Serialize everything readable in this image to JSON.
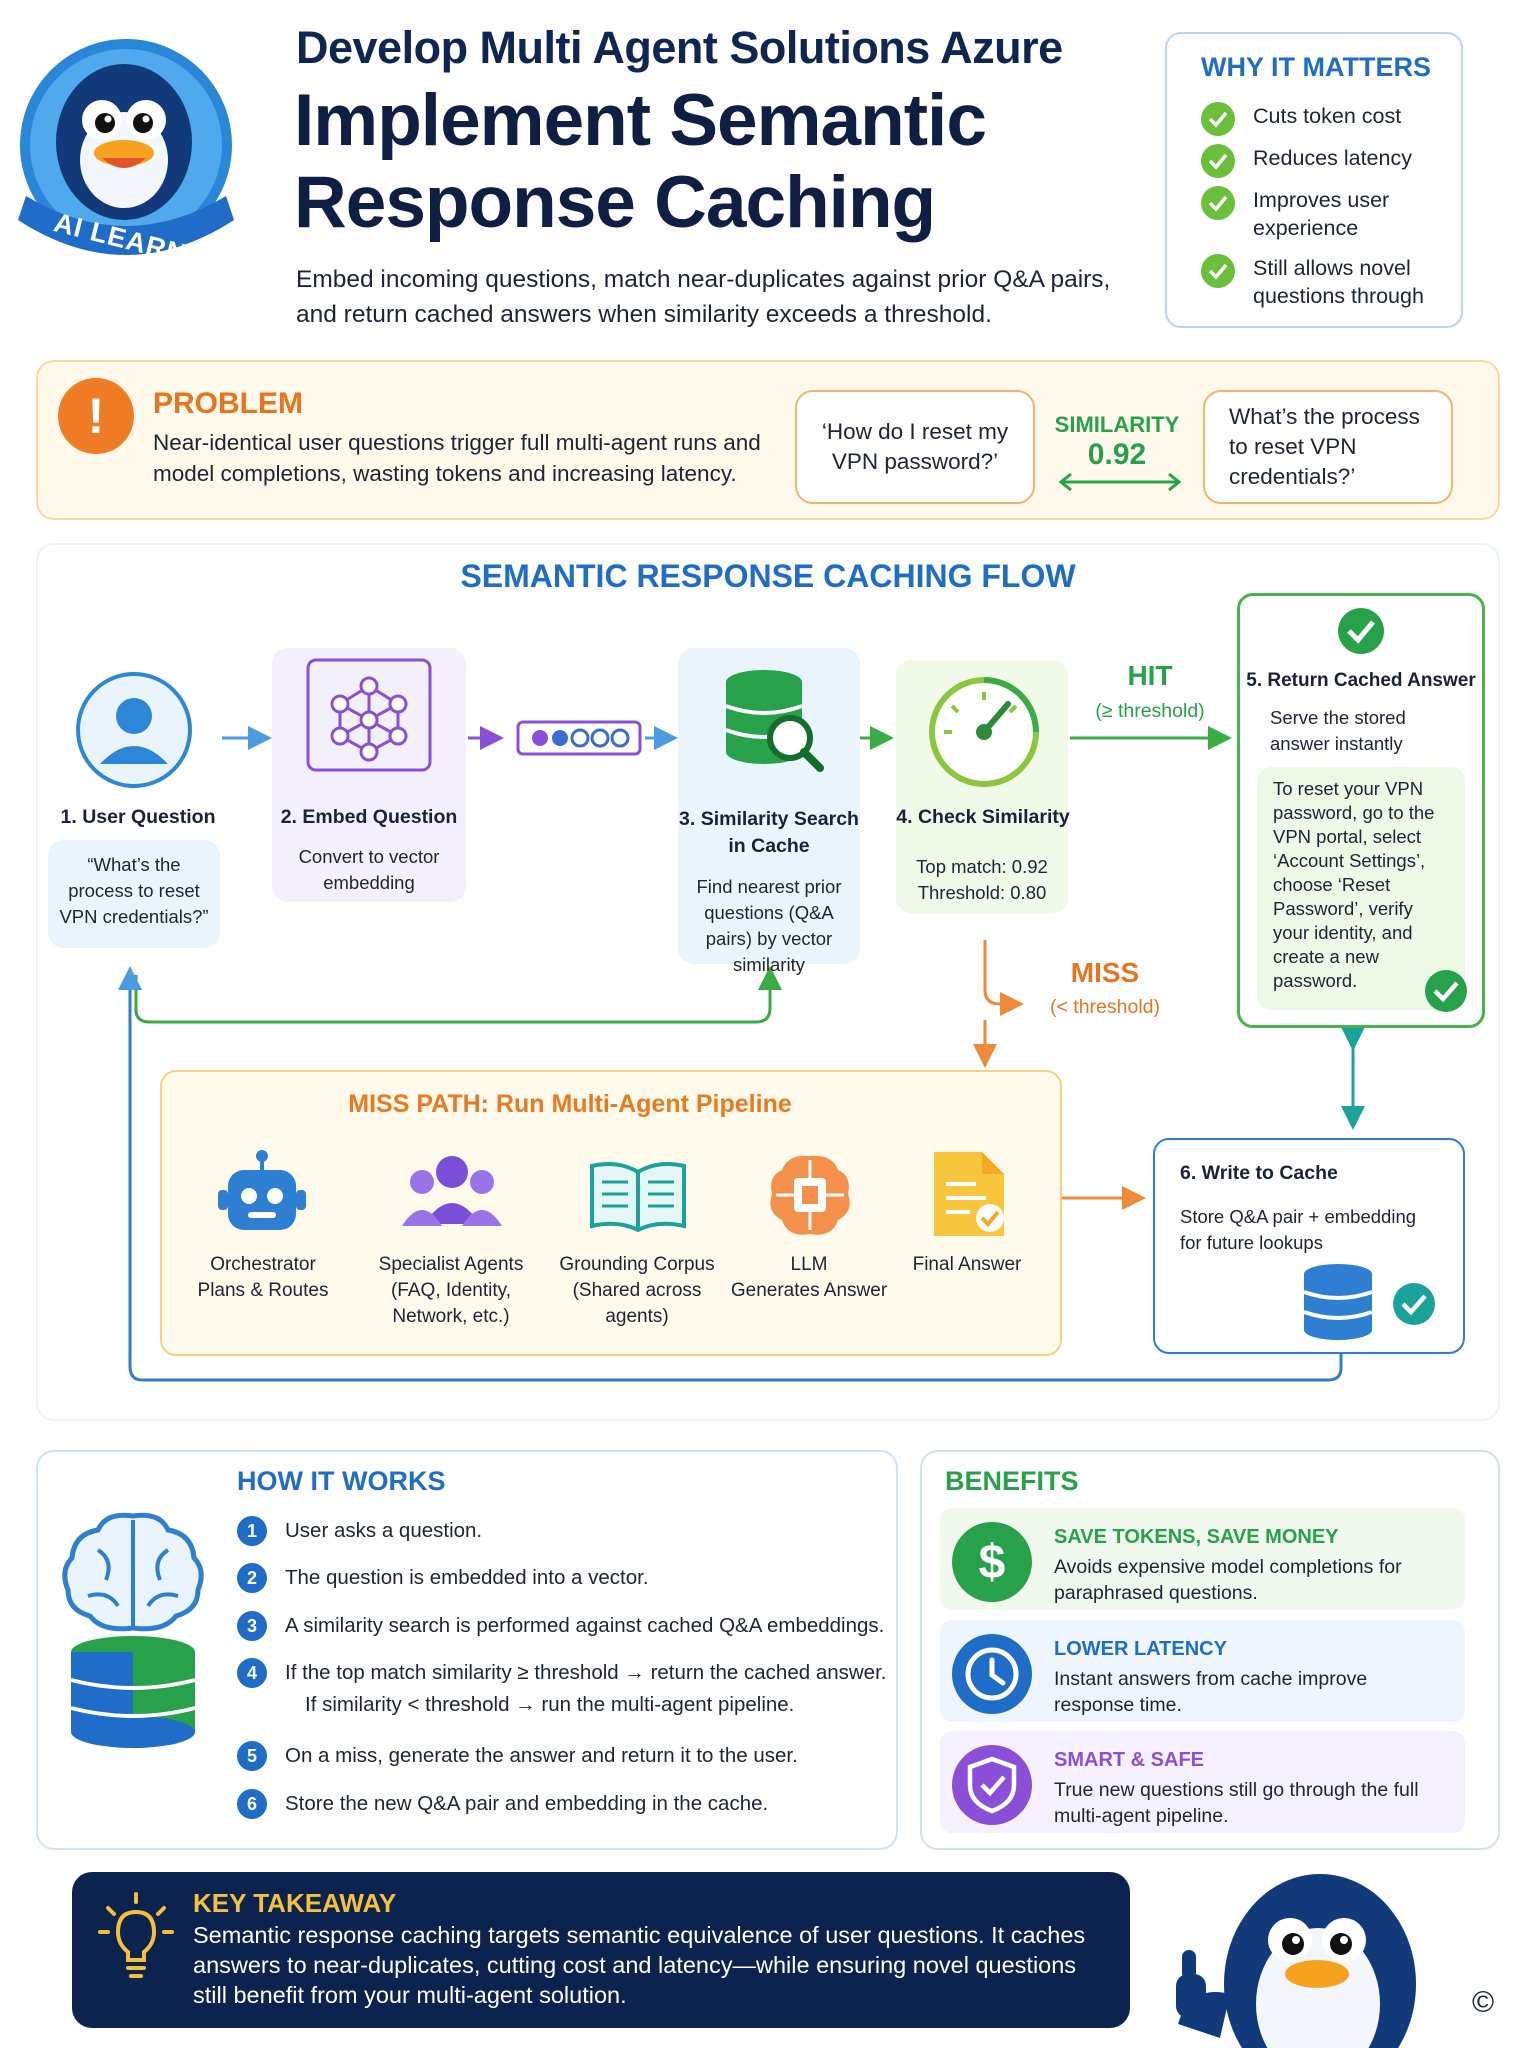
{
  "header": {
    "subtitle": "Develop Multi Agent Solutions Azure",
    "title": "Implement Semantic Response Caching",
    "intro": "Embed incoming questions, match near-duplicates against prior Q&A pairs, and return cached answers when similarity exceeds a threshold.",
    "badge_text": "AI LEARNER"
  },
  "why": {
    "title": "WHY IT MATTERS",
    "items": [
      "Cuts token cost",
      "Reduces latency",
      "Improves user experience",
      "Still allows novel questions through"
    ]
  },
  "problem": {
    "title": "PROBLEM",
    "text": "Near-identical user questions trigger full multi-agent runs and model completions, wasting tokens and increasing latency.",
    "question_a": "‘How do I reset my VPN password?’",
    "question_b": "What’s the process to reset VPN credentials?’",
    "similarity_label": "SIMILARITY",
    "similarity_value": "0.92"
  },
  "flow": {
    "title": "SEMANTIC RESPONSE CACHING FLOW",
    "steps": [
      {
        "title": "1. User Question",
        "desc": "“What’s the process to reset VPN credentials?”"
      },
      {
        "title": "2. Embed Question",
        "desc": "Convert to vector embedding"
      },
      {
        "title": "3. Similarity Search in Cache",
        "desc": "Find nearest prior questions (Q&A pairs) by vector similarity"
      },
      {
        "title": "4. Check Similarity",
        "desc": "Top match: 0.92",
        "desc2": "Threshold: 0.80"
      },
      {
        "title": "5. Return Cached Answer",
        "desc": "Serve the stored answer instantly"
      },
      {
        "title": "6. Write to Cache",
        "desc": "Store Q&A pair + embedding for future lookups"
      }
    ],
    "hit_label": "HIT",
    "hit_sub": "(≥ threshold)",
    "miss_label": "MISS",
    "miss_sub": "(< threshold)",
    "cached_answer": "To reset your VPN password, go to the VPN portal, select ‘Account Settings’, choose ‘Reset Password’, verify your identity, and create a new password.",
    "miss_path": {
      "title": "MISS PATH: Run Multi-Agent Pipeline",
      "nodes": [
        {
          "label": "Orchestrator",
          "sub": "Plans & Routes"
        },
        {
          "label": "Specialist Agents",
          "sub": "(FAQ, Identity, Network, etc.)"
        },
        {
          "label": "Grounding Corpus",
          "sub": "(Shared across agents)"
        },
        {
          "label": "LLM",
          "sub": "Generates Answer"
        },
        {
          "label": "Final Answer",
          "sub": ""
        }
      ]
    }
  },
  "how": {
    "title": "HOW IT WORKS",
    "items": [
      {
        "n": "1",
        "text": "User asks a question."
      },
      {
        "n": "2",
        "text": "The question is embedded into a vector."
      },
      {
        "n": "3",
        "text": "A similarity search is performed against cached Q&A embeddings."
      },
      {
        "n": "4",
        "text": "If the top match similarity ≥ threshold → return the cached answer.",
        "text2": "If similarity < threshold → run the multi-agent pipeline."
      },
      {
        "n": "5",
        "text": "On a miss, generate the answer and return it to the user."
      },
      {
        "n": "6",
        "text": "Store the new Q&A pair and embedding in the cache."
      }
    ]
  },
  "benefits": {
    "title": "BENEFITS",
    "items": [
      {
        "title": "SAVE TOKENS, SAVE MONEY",
        "text": "Avoids expensive model completions for paraphrased questions.",
        "color": "#27a24a"
      },
      {
        "title": "LOWER LATENCY",
        "text": "Instant answers from cache improve response time.",
        "color": "#1f6cc9"
      },
      {
        "title": "SMART & SAFE",
        "text": "True new questions still go through the full multi-agent pipeline.",
        "color": "#8a4fd8"
      }
    ]
  },
  "takeaway": {
    "title": "KEY TAKEAWAY",
    "text": "Semantic response caching targets semantic equivalence of user questions. It caches answers to near-duplicates, cutting cost and latency—while ensuring novel questions still benefit from your multi-agent solution."
  },
  "copyright": "©"
}
